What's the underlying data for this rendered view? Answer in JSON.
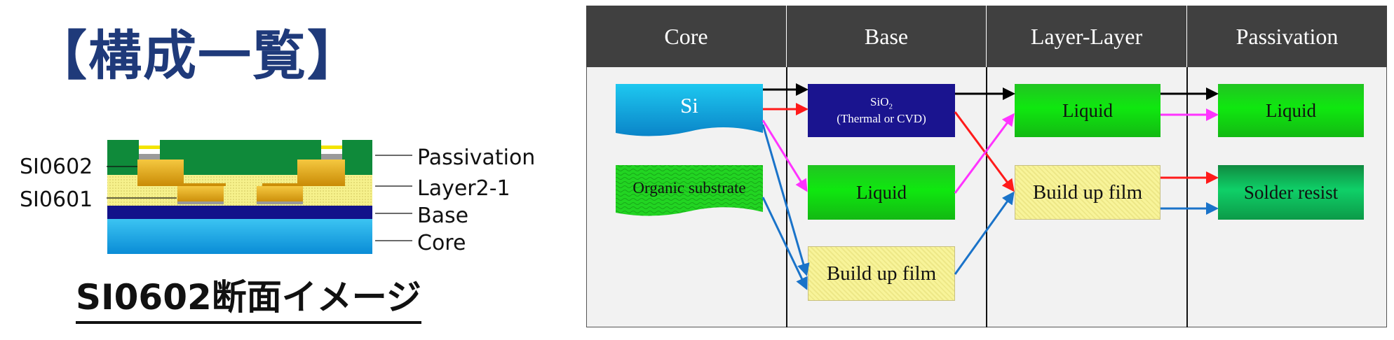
{
  "title": "【構成一覧】",
  "cross_section": {
    "labels": {
      "si0602": "SI0602",
      "si0601": "SI0601",
      "passivation": "Passivation",
      "layer": "Layer2-1",
      "base": "Base",
      "core": "Core"
    },
    "caption": "SI0602断面イメージ",
    "colors": {
      "core": "#1fa8e6",
      "base": "#12128a",
      "layer": "#f6f18c",
      "passivation": "#0f8a3a",
      "pad": "#e0a810"
    }
  },
  "table": {
    "columns": [
      "Core",
      "Base",
      "Layer-Layer",
      "Passivation"
    ],
    "core": {
      "si": "Si",
      "organic": "Organic substrate"
    },
    "base": {
      "sio2_formula": "SiO",
      "sio2_sub": "2",
      "sio2_note": "(Thermal or CVD)",
      "liquid": "Liquid",
      "buildup": "Build up film"
    },
    "layer": {
      "liquid": "Liquid",
      "buildup": "Build up film"
    },
    "passivation": {
      "liquid": "Liquid",
      "solder": "Solder resist"
    },
    "arrow_colors": {
      "black": "#000000",
      "red": "#ff1a1a",
      "magenta": "#ff33ff",
      "blue": "#1a73c9"
    }
  }
}
